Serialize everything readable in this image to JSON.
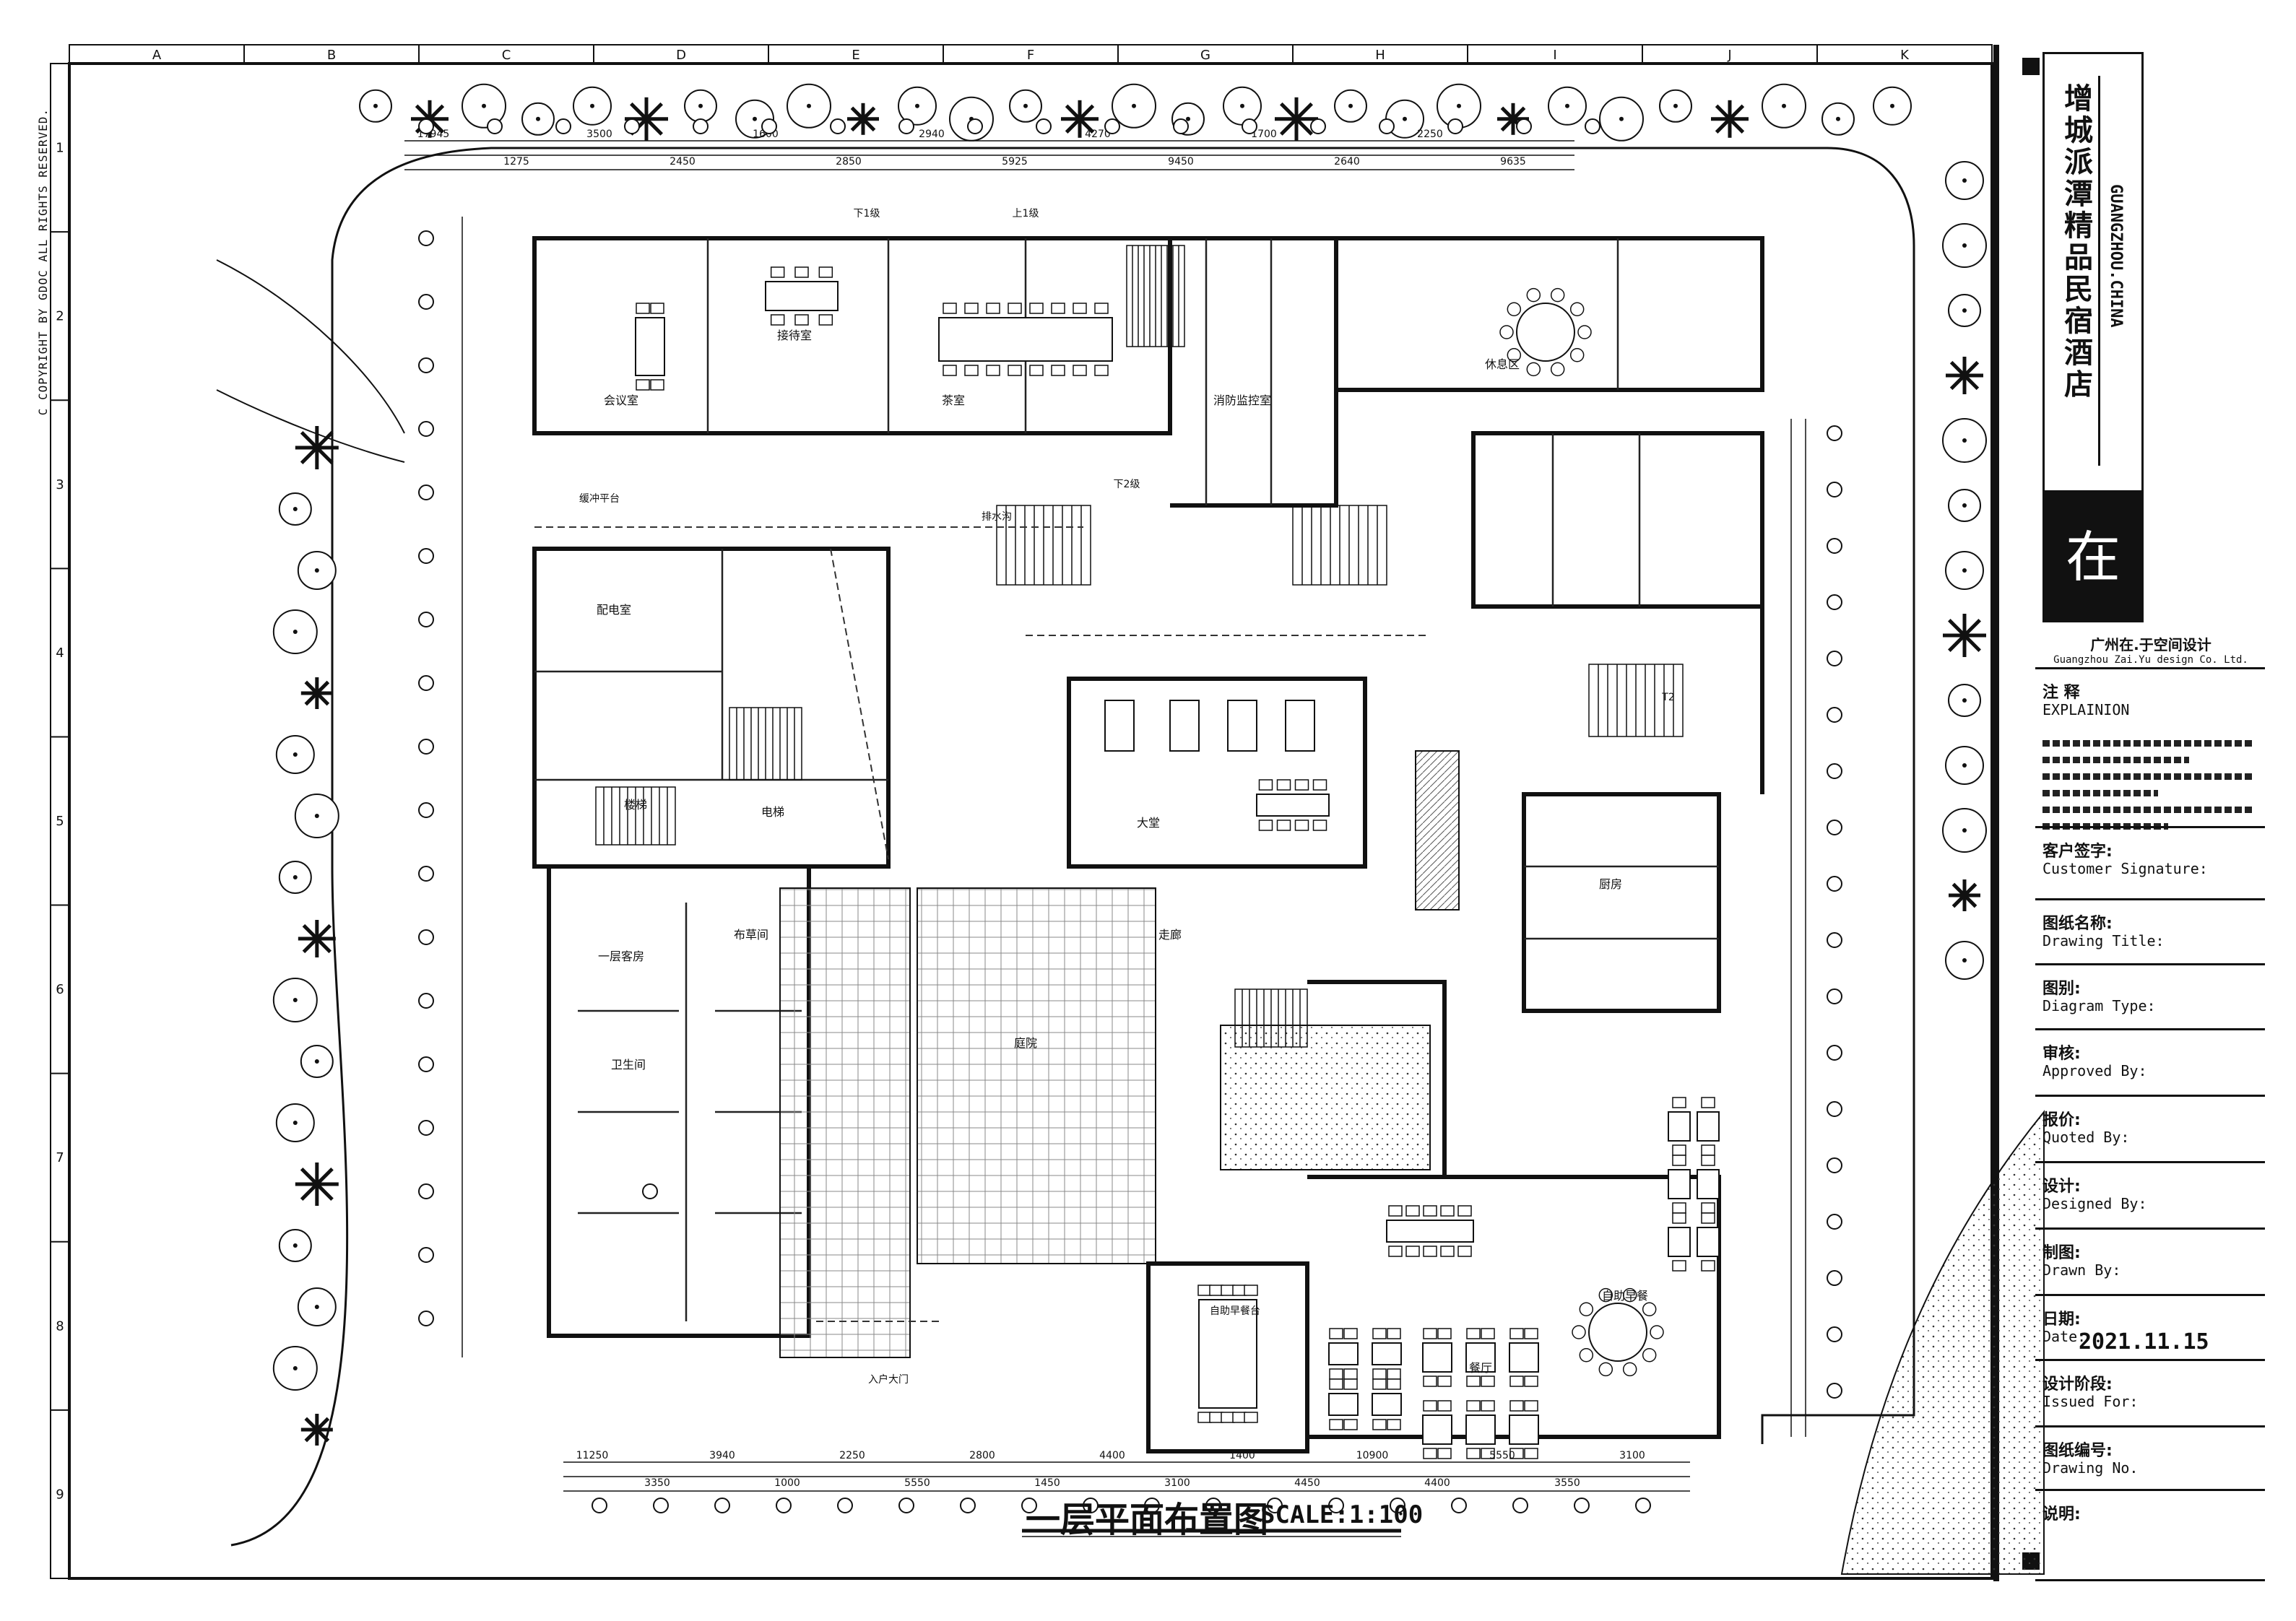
{
  "drawing": {
    "title": "一层平面布置图",
    "scale": "SCALE:1:100",
    "copyright": "C COPYRIGHT BY GDOC ALL RIGHTS RESERVED.",
    "grid_columns": [
      "A",
      "B",
      "C",
      "D",
      "E",
      "F",
      "G",
      "H",
      "I",
      "J",
      "K"
    ],
    "grid_rows": [
      "1",
      "2",
      "3",
      "4",
      "5",
      "6",
      "7",
      "8",
      "9"
    ],
    "top_dims": [
      "17945",
      "1275",
      "3500",
      "2450",
      "1600",
      "2850",
      "2940",
      "5925",
      "4270",
      "9450",
      "1700",
      "2640",
      "2250",
      "9635"
    ],
    "bottom_dims": [
      "11250",
      "3350",
      "3940",
      "1000",
      "2250",
      "5550",
      "2800",
      "1450",
      "4400",
      "3100",
      "1400",
      "4450",
      "10900",
      "4400",
      "5550",
      "3550",
      "3100"
    ],
    "room_labels": [
      "会议室",
      "接待室",
      "茶室",
      "消防监控室",
      "配电室",
      "一层客房",
      "大堂",
      "餐厅",
      "厨房",
      "卫生间",
      "布草间",
      "走廊",
      "楼梯",
      "电梯",
      "休息区",
      "庭院",
      "自助早餐"
    ],
    "annotations": [
      "排水沟",
      "缓冲平台",
      "下1级",
      "上1级",
      "下2级",
      "T2",
      "入户大门",
      "自助早餐台"
    ]
  },
  "title_block": {
    "hotel_name": "增城派潭精品民宿酒店",
    "location": "GUANGZHOU.CHINA",
    "logo_text": "在于",
    "company_cn": "广州在.于空间设计",
    "company_en": "Guangzhou Zai.Yu design Co. Ltd.",
    "notes_cn": "注 释",
    "notes_en": "EXPLAINION",
    "client_sig_cn": "客户签字:",
    "client_sig_en": "Customer Signature:",
    "drawing_title_cn": "图纸名称:",
    "drawing_title_en": "Drawing Title:",
    "diagram_type_cn": "图别:",
    "diagram_type_en": "Diagram Type:",
    "approved_cn": "审核:",
    "approved_en": "Approved By:",
    "quoted_cn": "报价:",
    "quoted_en": "Quoted By:",
    "designed_cn": "设计:",
    "designed_en": "Designed By:",
    "drawn_cn": "制图:",
    "drawn_en": "Drawn By:",
    "date_cn": "日期:",
    "date_en": "Date:",
    "date_value": "2021.11.15",
    "issued_cn": "设计阶段:",
    "issued_en": "Issued For:",
    "drawing_no_cn": "图纸编号:",
    "drawing_no_en": "Drawing No.",
    "remarks_cn": "说明:"
  }
}
